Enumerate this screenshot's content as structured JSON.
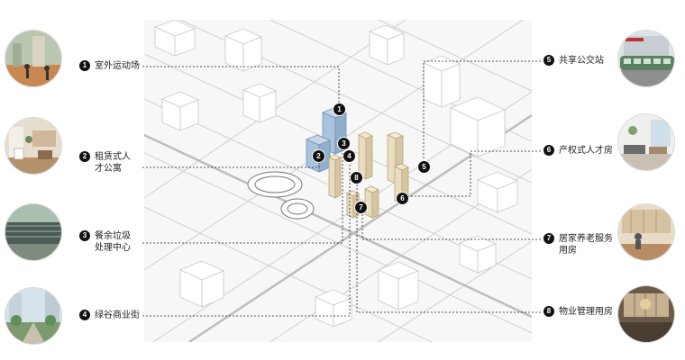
{
  "items": [
    {
      "num": "1",
      "text": "室外运动场"
    },
    {
      "num": "2",
      "text": "租赁式人\n才公寓"
    },
    {
      "num": "3",
      "text": "餐余垃圾\n处理中心"
    },
    {
      "num": "4",
      "text": "绿谷商业街"
    },
    {
      "num": "5",
      "text": "共享公交站"
    },
    {
      "num": "6",
      "text": "产权式人才房"
    },
    {
      "num": "7",
      "text": "居家养老服务\n用房"
    },
    {
      "num": "8",
      "text": "物业管理用房"
    }
  ],
  "colors": {
    "highlight_blue": "#a9c3dc",
    "highlight_beige": "#e8dcc1",
    "line": "#222222"
  }
}
